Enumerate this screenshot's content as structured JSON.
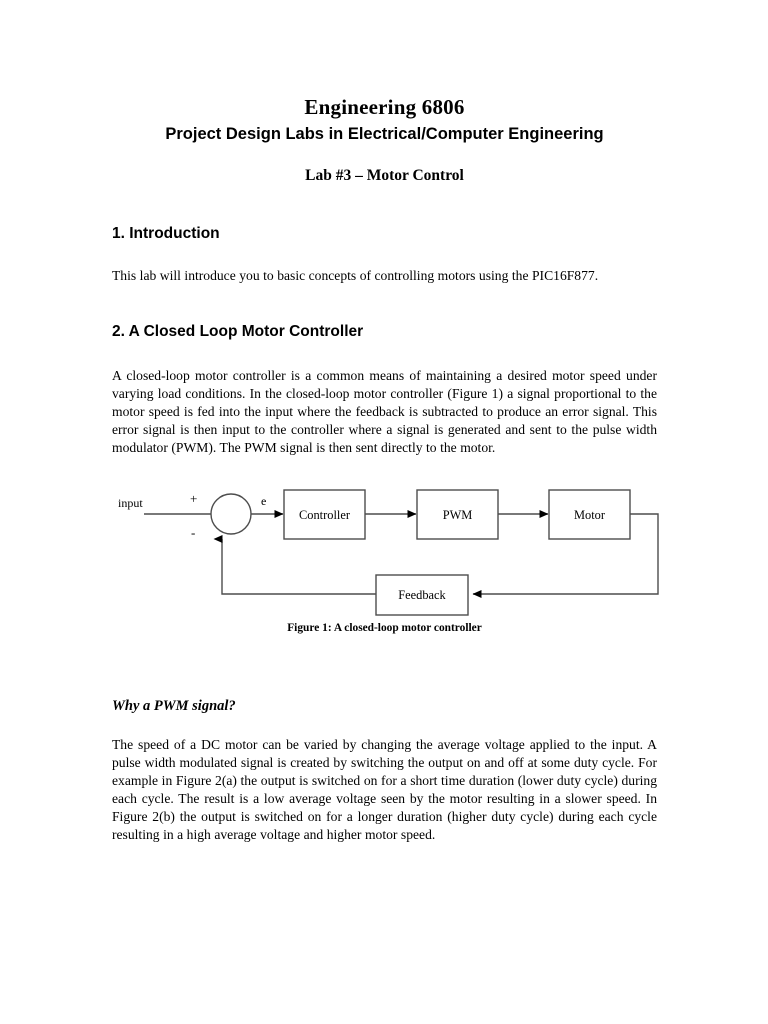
{
  "document": {
    "title_main": "Engineering 6806",
    "title_sub": "Project Design Labs in Electrical/Computer Engineering",
    "title_lab": "Lab #3 – Motor Control"
  },
  "sections": {
    "introduction": {
      "heading": "1. Introduction",
      "body": "This lab will introduce you to basic concepts of controlling motors using the PIC16F877."
    },
    "closed_loop": {
      "heading": "2. A Closed Loop Motor Controller",
      "body": "A closed-loop motor controller is a common means of maintaining a desired motor speed under varying load conditions. In the closed-loop motor controller (Figure 1) a signal proportional to the motor speed is fed into the input where the feedback is subtracted to produce an error signal. This error signal is then input to the controller where a signal is generated and sent to the pulse width modulator (PWM). The PWM signal is then sent directly to the motor."
    },
    "why_pwm": {
      "heading": "Why a PWM signal?",
      "body": "The speed of a DC motor can be varied by changing the average voltage applied to the input. A pulse width modulated signal is created by switching the output on and off at some duty cycle. For example in Figure 2(a) the output is switched on for a short time duration (lower duty cycle) during each cycle. The result is a low average voltage seen by the motor resulting in a slower speed. In Figure 2(b) the output is switched on for a longer duration (higher duty cycle) during each cycle resulting in a high average voltage and higher motor speed."
    }
  },
  "figure1": {
    "caption": "Figure 1: A closed-loop motor controller",
    "input_label": "input",
    "error_label": "e",
    "plus_sign": "+",
    "minus_sign": "-",
    "blocks": [
      {
        "id": "controller",
        "label": "Controller"
      },
      {
        "id": "pwm",
        "label": "PWM"
      },
      {
        "id": "motor",
        "label": "Motor"
      },
      {
        "id": "feedback",
        "label": "Feedback"
      }
    ]
  },
  "colors": {
    "page_background": "#ffffff",
    "text": "#000000",
    "diagram_stroke": "#4d4d4d",
    "arrowhead": "#000000"
  }
}
